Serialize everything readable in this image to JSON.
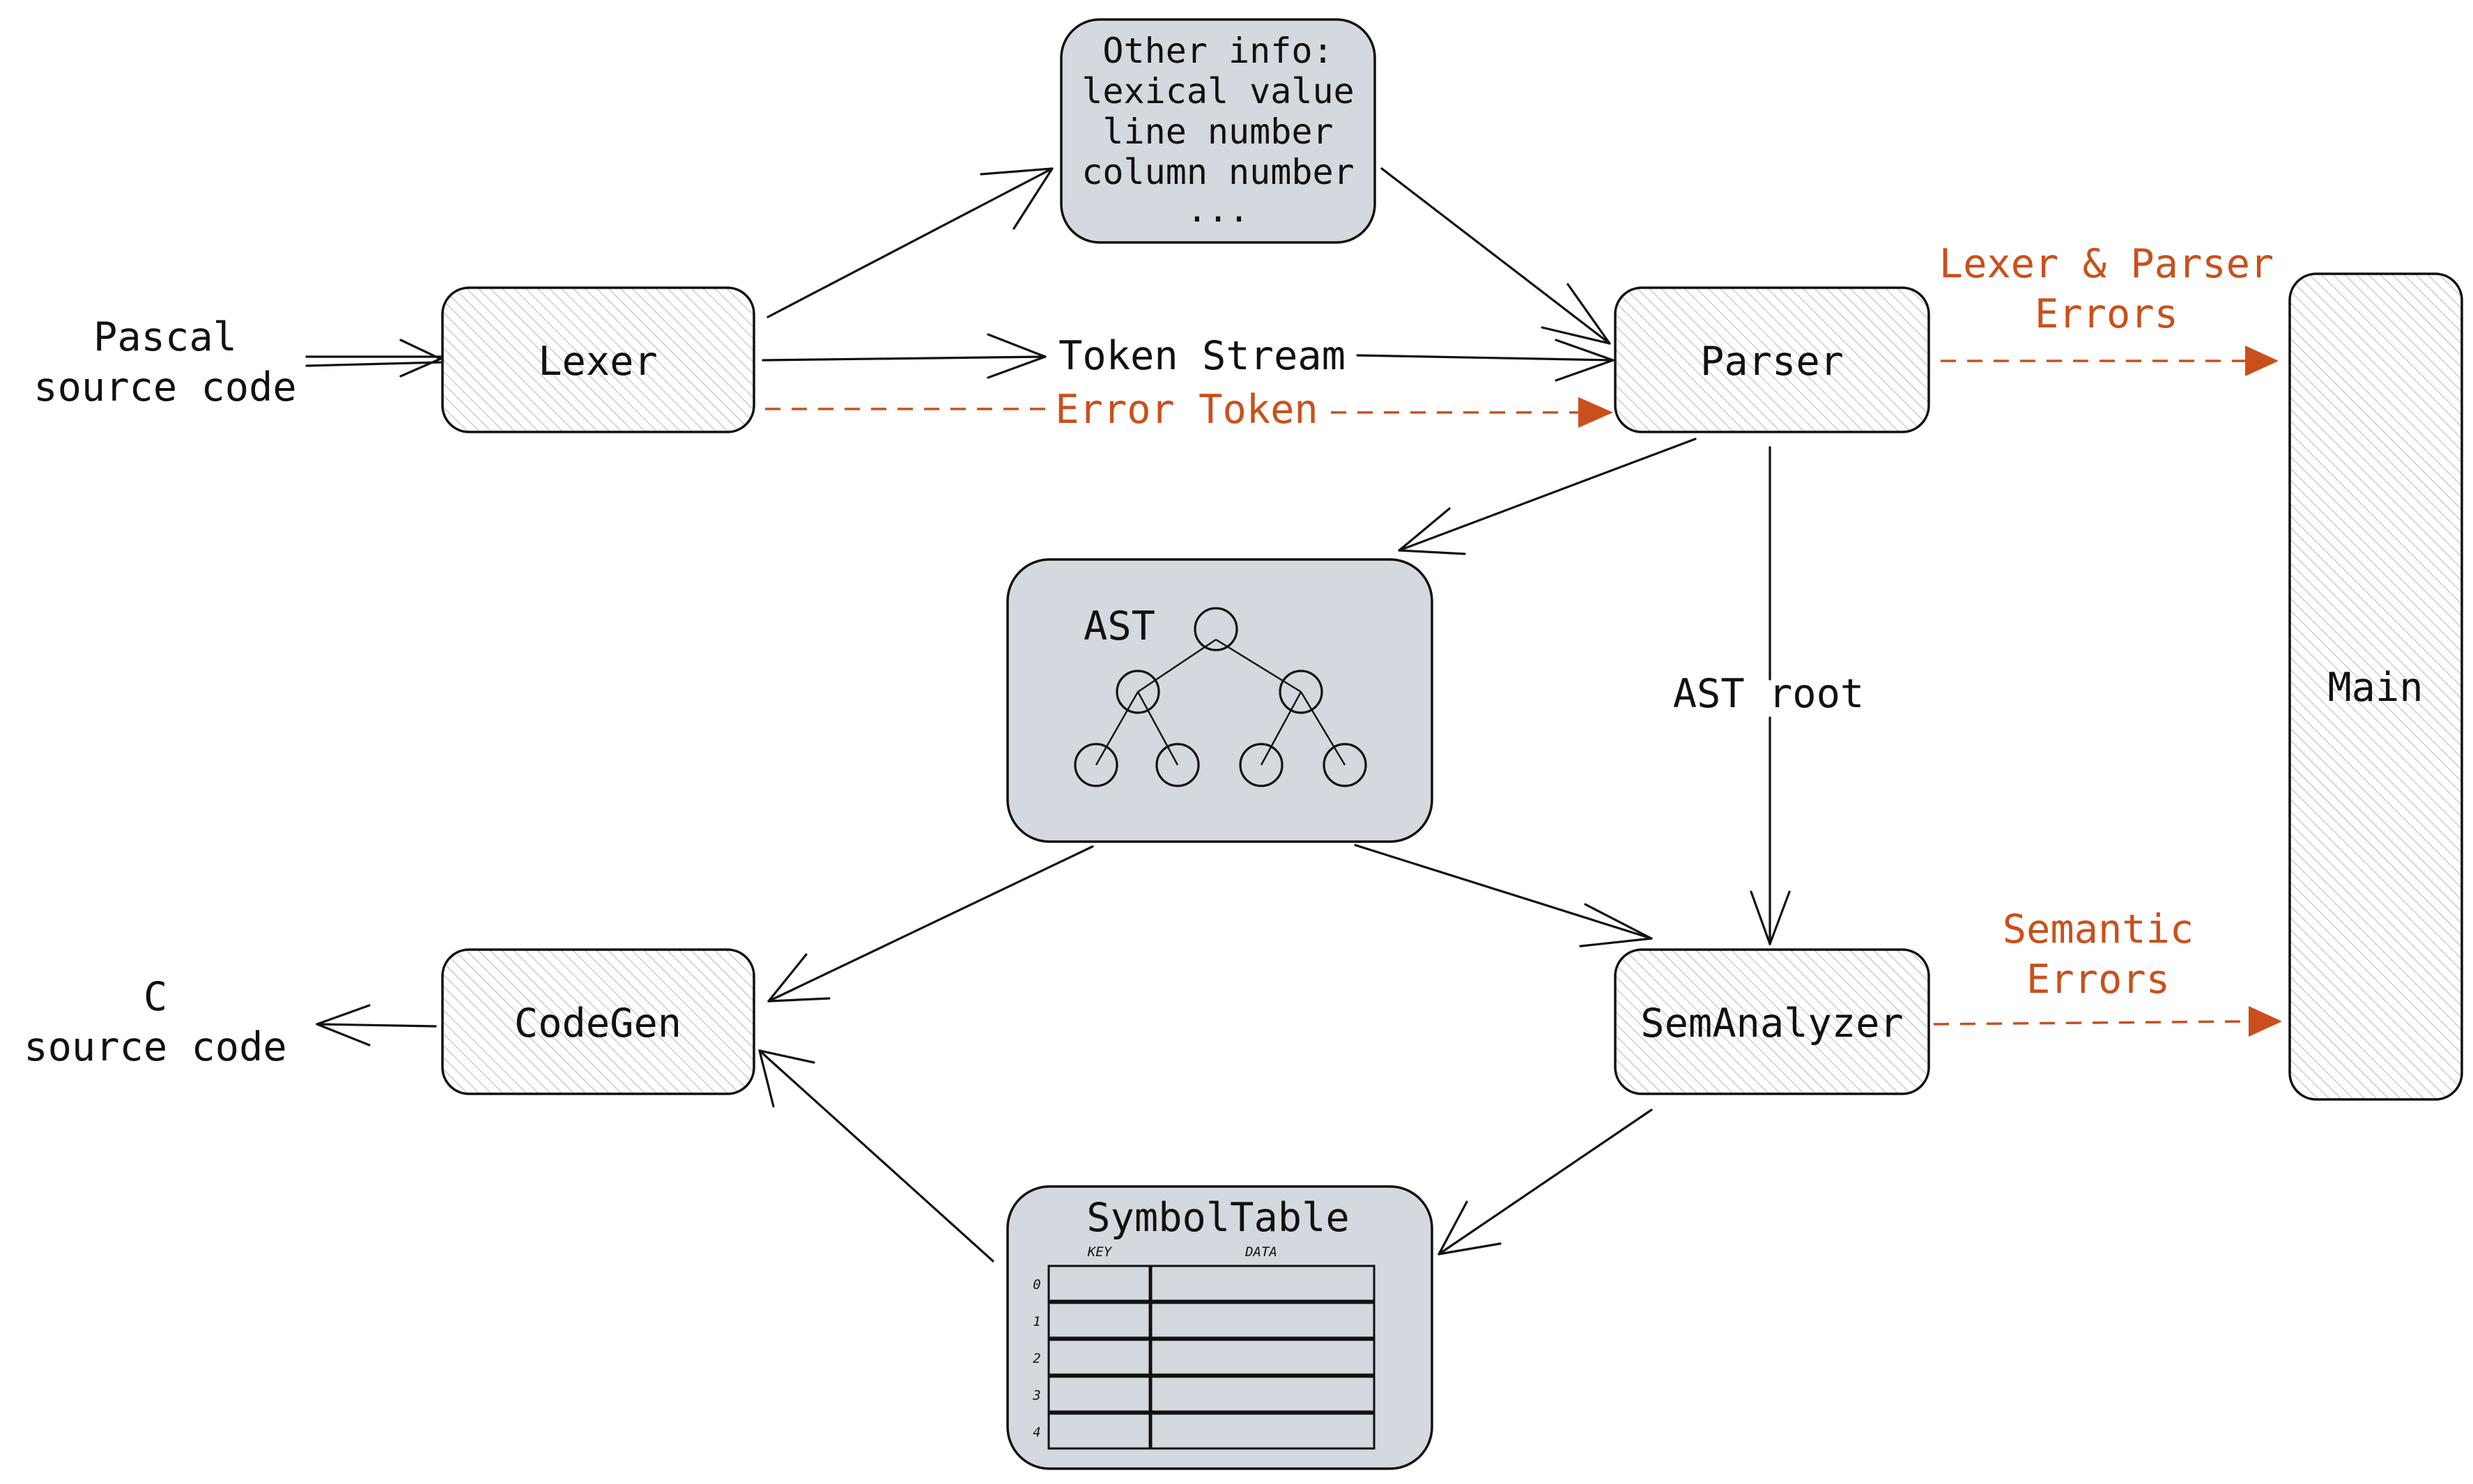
{
  "diagram": {
    "nodes": {
      "lexer": "Lexer",
      "parser": "Parser",
      "codegen": "CodeGen",
      "semanalyzer": "SemAnalyzer",
      "main": "Main",
      "ast": "AST",
      "symboltable": "SymbolTable"
    },
    "other_info": {
      "lines": [
        "Other info:",
        "lexical value",
        "line number",
        "column number",
        "..."
      ]
    },
    "symbol_table": {
      "columns": [
        "KEY",
        "DATA"
      ],
      "row_indices": [
        "0",
        "1",
        "2",
        "3",
        "4"
      ]
    },
    "labels": {
      "pascal_line1": "Pascal",
      "pascal_line2": "source code",
      "c_line1": "C",
      "c_line2": "source code",
      "token_stream": "Token Stream",
      "error_token": "Error Token",
      "ast_root": "AST root",
      "lexer_parser_errors_line1": "Lexer & Parser",
      "lexer_parser_errors_line2": "Errors",
      "semantic_errors_line1": "Semantic",
      "semantic_errors_line2": "Errors"
    },
    "colors": {
      "error": "#c9501c",
      "box_fill_gray": "#d4d8df",
      "hatch": "#c8cdd6",
      "stroke": "#111111"
    }
  }
}
